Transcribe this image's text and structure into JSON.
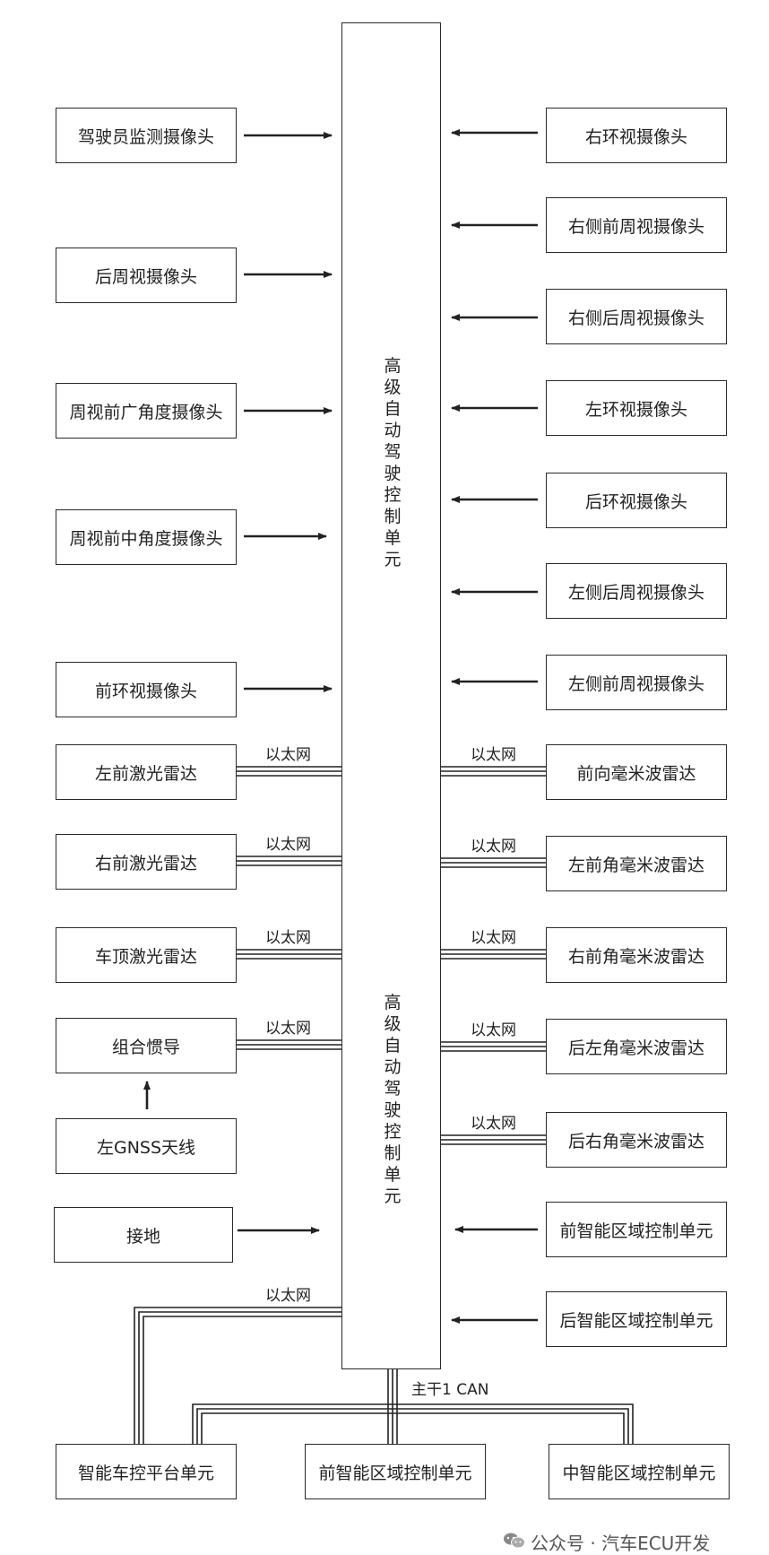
{
  "central_unit": {
    "label_top": "高级自动驾驶控制单元",
    "label_bottom": "高级自动驾驶控制单元"
  },
  "left_cameras": [
    "驾驶员监测摄像头",
    "后周视摄像头",
    "周视前广角度摄像头",
    "周视前中角度摄像头",
    "前环视摄像头"
  ],
  "right_cameras": [
    "右环视摄像头",
    "右侧前周视摄像头",
    "右侧后周视摄像头",
    "左环视摄像头",
    "后环视摄像头",
    "左侧后周视摄像头",
    "左侧前周视摄像头"
  ],
  "left_sensors": [
    "左前激光雷达",
    "右前激光雷达",
    "车顶激光雷达",
    "组合惯导"
  ],
  "right_radars": [
    "前向毫米波雷达",
    "左前角毫米波雷达",
    "右前角毫米波雷达",
    "后左角毫米波雷达",
    "后右角毫米波雷达"
  ],
  "gnss": "左GNSS天线",
  "ground": "接地",
  "right_zone_units": [
    "前智能区域控制单元",
    "后智能区域控制单元"
  ],
  "bottom_units": [
    "智能车控平台单元",
    "前智能区域控制单元",
    "中智能区域控制单元"
  ],
  "ethernet_label": "以太网",
  "can_label": "主干1 CAN",
  "footer": "公众号 · 汽车ECU开发"
}
